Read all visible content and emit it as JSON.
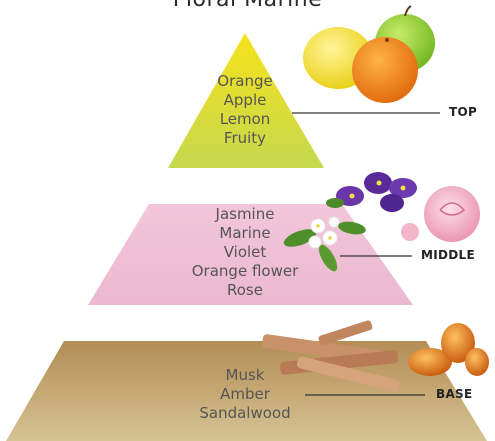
{
  "title": "Floral Marine",
  "tiers": {
    "top": {
      "label": "TOP",
      "notes": [
        "Orange",
        "Apple",
        "Lemon",
        "Fruity"
      ]
    },
    "middle": {
      "label": "MIDDLE",
      "notes": [
        "Jasmine",
        "Marine",
        "Violet",
        "Orange flower",
        "Rose"
      ]
    },
    "base": {
      "label": "BASE",
      "notes": [
        "Musk",
        "Amber",
        "Sandalwood"
      ]
    }
  },
  "colors": {
    "top_tier_top": "#f7e21a",
    "top_tier_bottom": "#c5d84f",
    "middle_tier": "#efc0d6",
    "base_tier_top": "#b9955c",
    "base_tier_bottom": "#d4c08d",
    "note_text": "#555555",
    "leader_line": "#333333"
  },
  "icons": {
    "top": [
      "lemon-icon",
      "orange-icon",
      "green-apple-icon"
    ],
    "middle": [
      "violet-flowers-icon",
      "jasmine-flower-icon",
      "rose-icon"
    ],
    "base": [
      "sandalwood-sticks-icon",
      "amber-stones-icon"
    ]
  }
}
